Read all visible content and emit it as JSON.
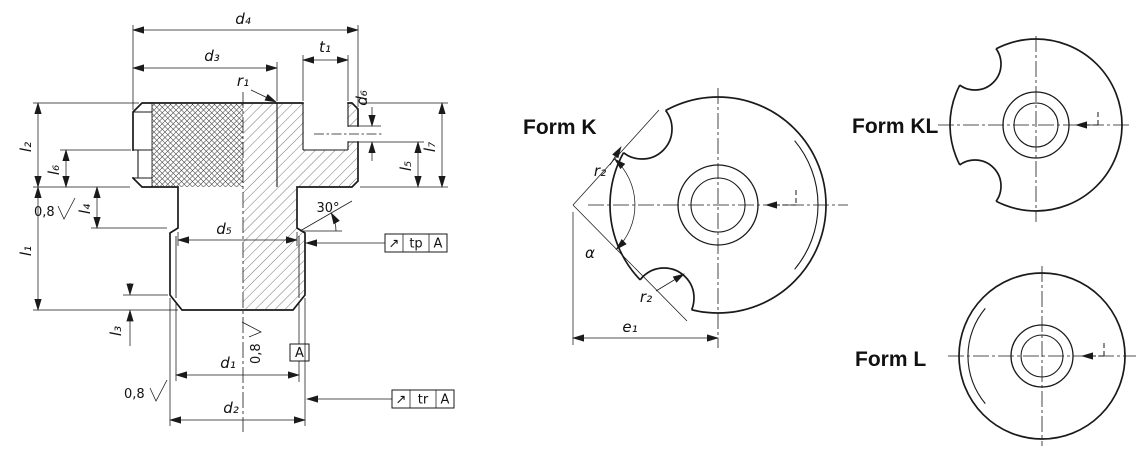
{
  "section_view": {
    "dims": {
      "d4": "d₄",
      "d3": "d₃",
      "t1": "t₁",
      "r1": "r₁",
      "d6": "d₆",
      "l1": "l₁",
      "l2": "l₂",
      "l3": "l₃",
      "l4": "l₄",
      "l5": "l₅",
      "l6": "l₆",
      "l7": "l₇",
      "d5": "d₅",
      "d1": "d₁",
      "d2": "d₂",
      "angle": "30°"
    },
    "surface_roughness": "0,8",
    "datum_label": "A",
    "tolerance_frames": {
      "tp": {
        "symbol": "↗",
        "value": "tp",
        "datum": "A"
      },
      "tr": {
        "symbol": "↗",
        "value": "tr",
        "datum": "A"
      }
    }
  },
  "form_views": {
    "k": {
      "title": "Form K",
      "radius_label": "r₂",
      "angle_label": "α",
      "offset_label": "e₁"
    },
    "kl": {
      "title": "Form KL"
    },
    "l": {
      "title": "Form L"
    }
  },
  "colors": {
    "line": "#1a1a1a",
    "background": "#ffffff"
  }
}
